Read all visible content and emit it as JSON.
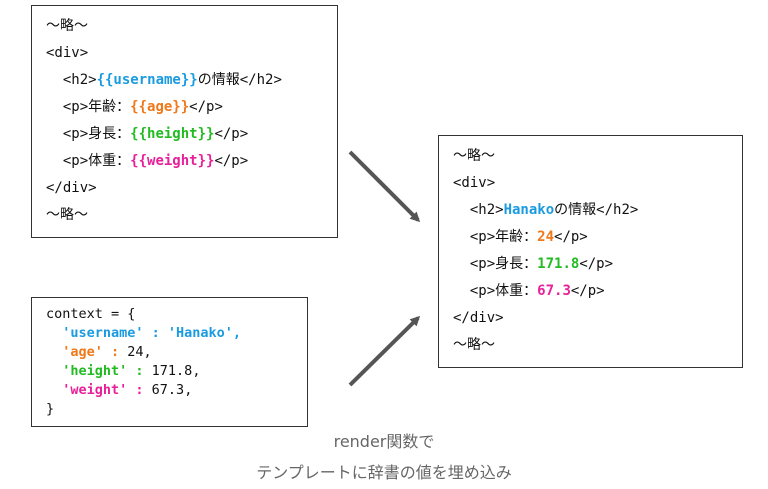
{
  "template_box": {
    "lines": {
      "l1": "〜略〜",
      "l2": "<div>",
      "l3_pre": "  <h2>",
      "l3_var": "{{username}}",
      "l3_post": "の情報</h2>",
      "l4_pre": "  <p>年齢：",
      "l4_var": "{{age}}",
      "l4_post": "</p>",
      "l5_pre": "  <p>身長：",
      "l5_var": "{{height}}",
      "l5_post": "</p>",
      "l6_pre": "  <p>体重：",
      "l6_var": "{{weight}}",
      "l6_post": "</p>",
      "l7": "</div>",
      "l8": "〜略〜"
    }
  },
  "context_box": {
    "open": "context = {",
    "username_key": "  'username' : 'Hanako',",
    "age_key": "  'age' : ",
    "age_val": "24",
    "age_comma": ",",
    "height_key": "  'height' : ",
    "height_val": "171.8",
    "height_comma": ",",
    "weight_key": "  'weight' : ",
    "weight_val": "67.3",
    "weight_comma": ",",
    "close": "}"
  },
  "output_box": {
    "l1": "〜略〜",
    "l2": "<div>",
    "l3_pre": "  <h2>",
    "l3_val": "Hanako",
    "l3_post": "の情報</h2>",
    "l4_pre": "  <p>年齢：",
    "l4_val": "24",
    "l4_post": "</p>",
    "l5_pre": "  <p>身長：",
    "l5_val": "171.8",
    "l5_post": "</p>",
    "l6_pre": "  <p>体重：",
    "l6_val": "67.3",
    "l6_post": "</p>",
    "l7": "</div>",
    "l8": "〜略〜"
  },
  "caption": {
    "line1": "render関数で",
    "line2": "テンプレートに辞書の値を埋め込み"
  },
  "colors": {
    "username": "#1a9be0",
    "age": "#f07818",
    "height": "#22bb22",
    "weight": "#e8209a",
    "arrow": "#555555"
  }
}
